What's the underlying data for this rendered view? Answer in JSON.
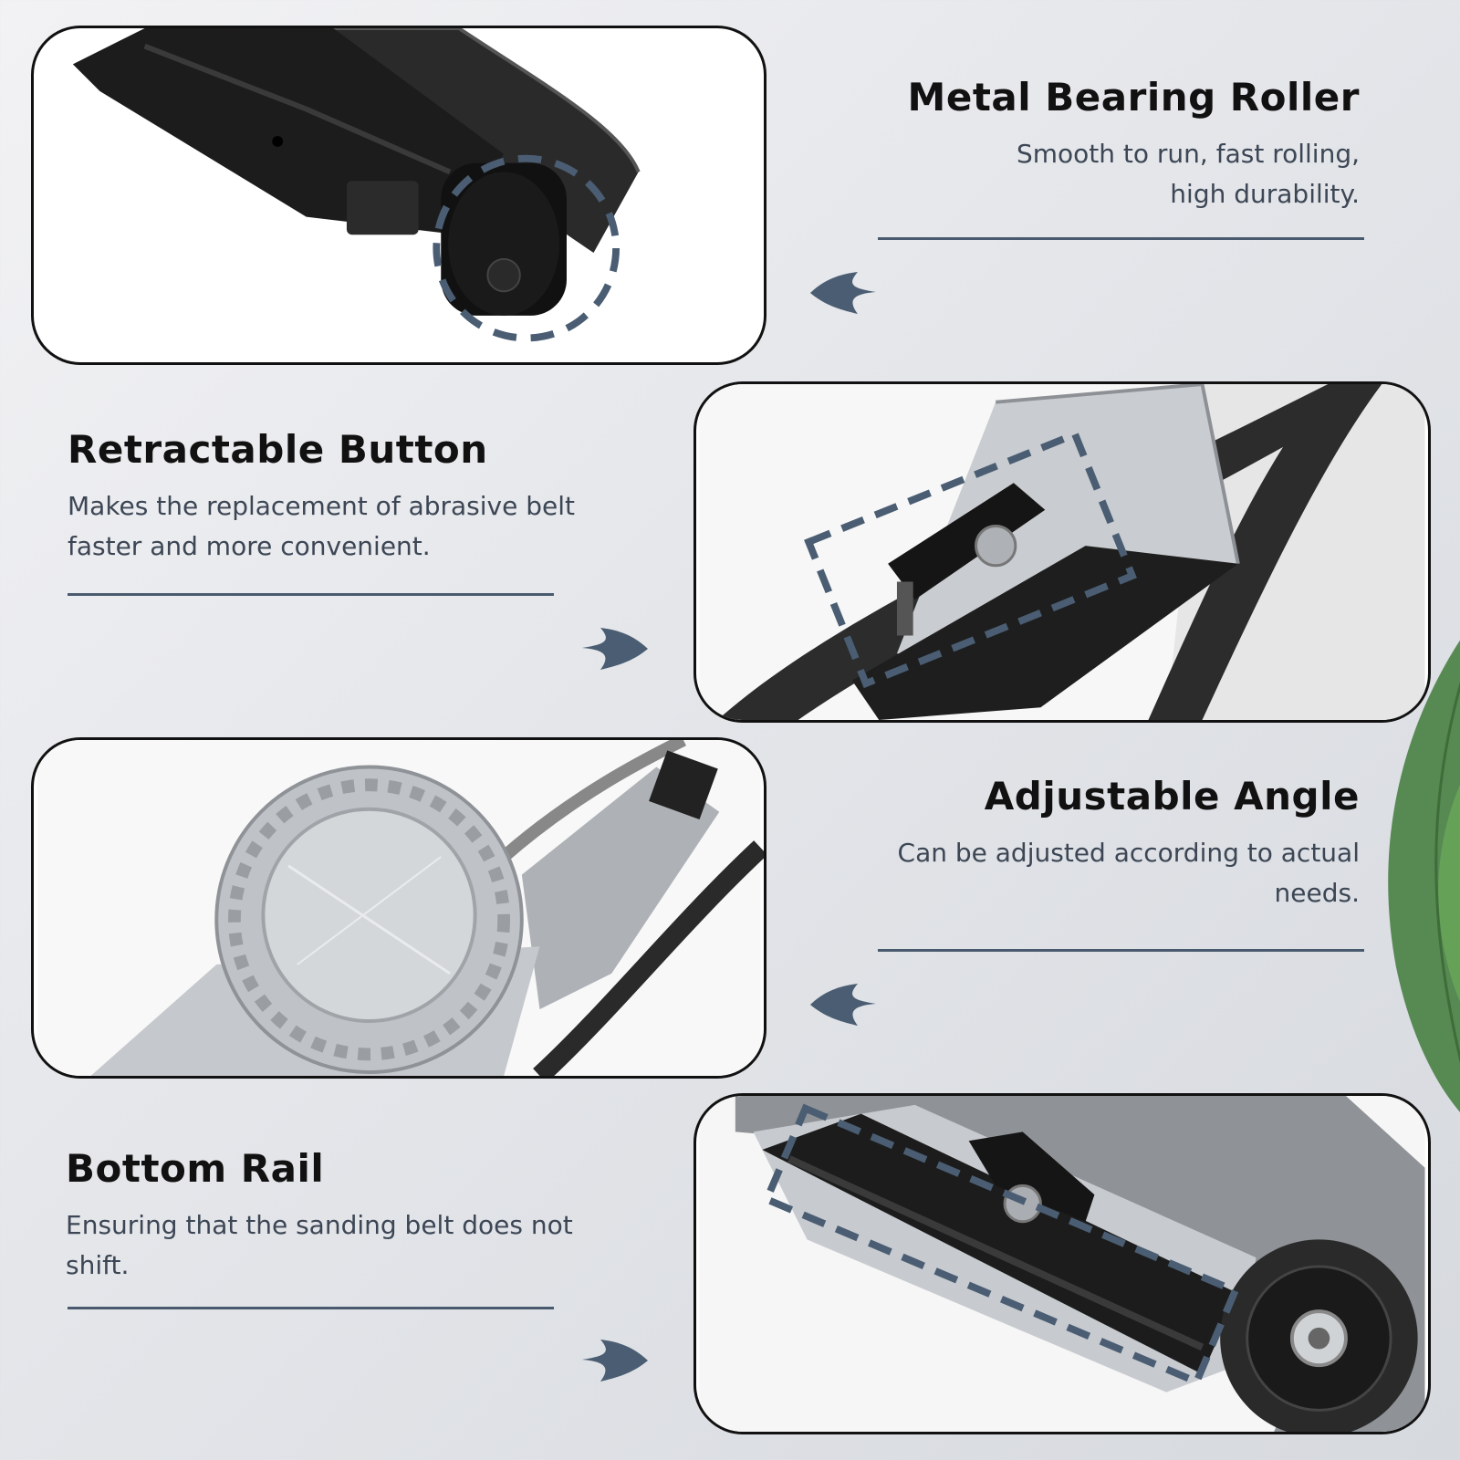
{
  "colors": {
    "accent": "#4a5d72",
    "heading": "#111111",
    "body_text": "#3c4654",
    "dash_outline": "#4a5d72"
  },
  "features": [
    {
      "title": "Metal Bearing Roller",
      "description_lines": [
        "Smooth to run, fast rolling,",
        "high durability."
      ],
      "arrow_icon": "arrow-left-icon"
    },
    {
      "title": "Retractable Button",
      "description_lines": [
        "Makes the replacement of abrasive belt",
        "faster and more convenient."
      ],
      "arrow_icon": "arrow-right-icon"
    },
    {
      "title": "Adjustable Angle",
      "description_lines": [
        "Can be adjusted according to actual",
        "needs."
      ],
      "arrow_icon": "arrow-left-icon"
    },
    {
      "title": "Bottom Rail",
      "description_lines": [
        "Ensuring that the sanding belt does not",
        "shift."
      ],
      "arrow_icon": "arrow-right-icon"
    }
  ]
}
